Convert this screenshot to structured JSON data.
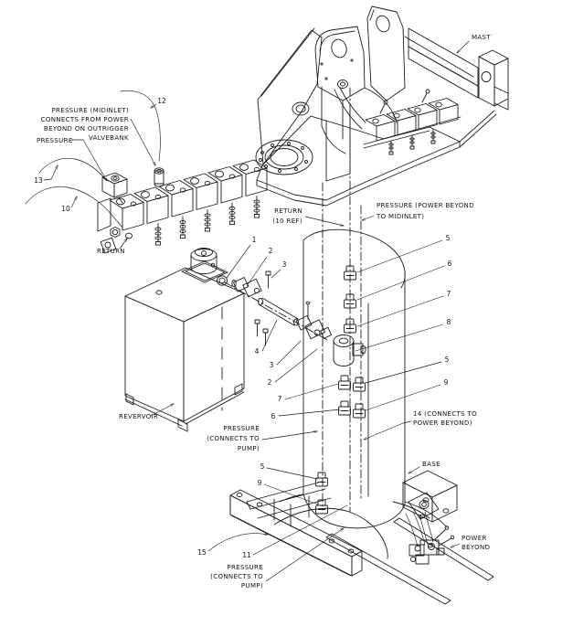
{
  "drawing": {
    "background": "#ffffff",
    "line_color": "#1c1c1c",
    "labels": {
      "mast": "MAST",
      "pressure_midinlet": [
        "PRESSURE (MIDINLET)",
        "CONNECTS FROM POWER",
        "BEYOND ON OUTRIGGER",
        "VALVEBANK"
      ],
      "pressure": "PRESSURE",
      "valvebank_return": "RETURN",
      "return_ref": [
        "RETURN",
        "(10 REF)"
      ],
      "pressure_power_beyond": [
        "PRESSURE (POWER BEYOND",
        "TO MIDINLET)"
      ],
      "reservoir": "REVERVOIR",
      "pressure_pump_upper": [
        "PRESSURE",
        "(CONNECTS TO",
        "PUMP)"
      ],
      "item14_note": [
        "14 (CONNECTS TO",
        "POWER BEYOND)"
      ],
      "base": "BASE",
      "power_beyond": [
        "POWER",
        "BEYOND"
      ],
      "pressure_pump_lower": [
        "PRESSURE",
        "(CONNECTS TO",
        "PUMP)"
      ]
    },
    "callouts": [
      "1",
      "2",
      "3",
      "4",
      "3",
      "2",
      "7",
      "6",
      "5",
      "6",
      "7",
      "8",
      "5",
      "9",
      "5",
      "9",
      "10",
      "11",
      "12",
      "13",
      "15"
    ]
  }
}
